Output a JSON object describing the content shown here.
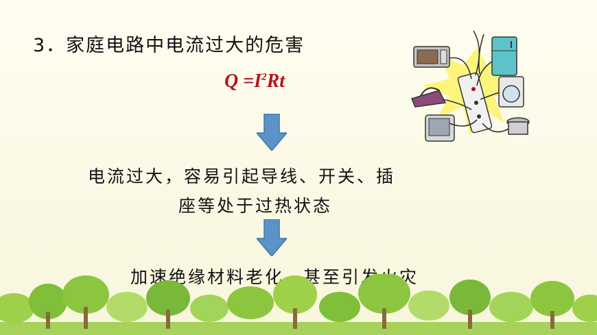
{
  "heading": "3．家庭电路中电流过大的危害",
  "formula": {
    "left": "Q =I",
    "exponent": "2",
    "right": "Rt"
  },
  "consequences": {
    "line1": "电流过大，容易引起导线、开关、插",
    "line2": "座等处于过热状态",
    "line3": "加速绝缘材料老化，甚至引发火灾"
  },
  "colors": {
    "formula": "#b3141c",
    "arrow": "#5b93c9",
    "arrow_edge": "#3f74aa",
    "tree_green": "#8cc63f"
  }
}
